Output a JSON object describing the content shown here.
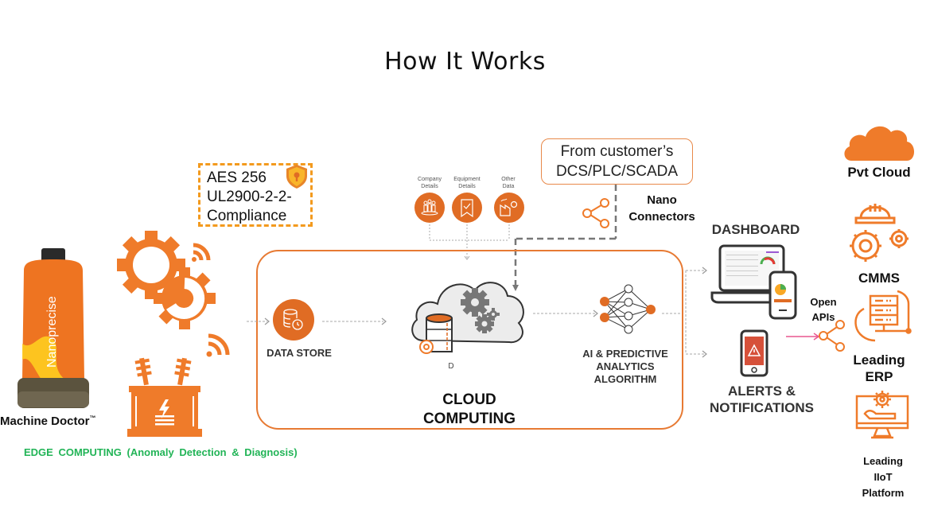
{
  "title": "How It Works",
  "security": {
    "line1": "AES 256",
    "line2": "UL2900-2-2-",
    "line3": "Compliance",
    "icon": "shield-lock-icon"
  },
  "edge": {
    "device_label": "Machine Doctor",
    "device_trademark": "™",
    "device_brand_text": "Nanoprecise",
    "caption": "EDGE COMPUTING  (Anomaly   Detection  & Diagnosis)",
    "icons": [
      "gears-wireless-icon",
      "transformer-wireless-icon"
    ]
  },
  "inputs": [
    {
      "line1": "Company",
      "line2": "Details",
      "icon": "people-icon"
    },
    {
      "line1": "Equipment",
      "line2": "Details",
      "icon": "certificate-icon"
    },
    {
      "line1": "Other",
      "line2": "Data",
      "icon": "factory-icon"
    }
  ],
  "source": {
    "line1": "From customer’s",
    "line2": "DCS/PLC/SCADA"
  },
  "connectors": {
    "line1": "Nano",
    "line2": "Connectors"
  },
  "cloud": {
    "data_store": "DATA STORE",
    "cloud_letter": "D",
    "ai_line1": "AI & PREDICTIVE",
    "ai_line2": "ANALYTICS",
    "ai_line3": "ALGORITHM",
    "caption_line1": "CLOUD",
    "caption_line2": "COMPUTING"
  },
  "outputs": {
    "dashboard": "DASHBOARD",
    "alerts_line1": "ALERTS &",
    "alerts_line2": "NOTIFICATIONS"
  },
  "open_apis": {
    "line1": "Open",
    "line2": "APIs"
  },
  "integrations": [
    {
      "label": "Pvt Cloud",
      "icon": "cloud-icon"
    },
    {
      "label": "CMMS",
      "icon": "helmet-gears-icon"
    },
    {
      "line1": "Leading",
      "line2": "ERP",
      "icon": "server-gear-icon"
    },
    {
      "line1": "Leading",
      "line2": "IIoT",
      "line3": "Platform",
      "icon": "monitor-hand-gear-icon"
    }
  ],
  "colors": {
    "orange": "#ef7b2a",
    "dark_orange": "#e06c24",
    "green": "#22b457",
    "dashed_gold": "#f39a1e",
    "pink_arrow": "#e9568f"
  }
}
